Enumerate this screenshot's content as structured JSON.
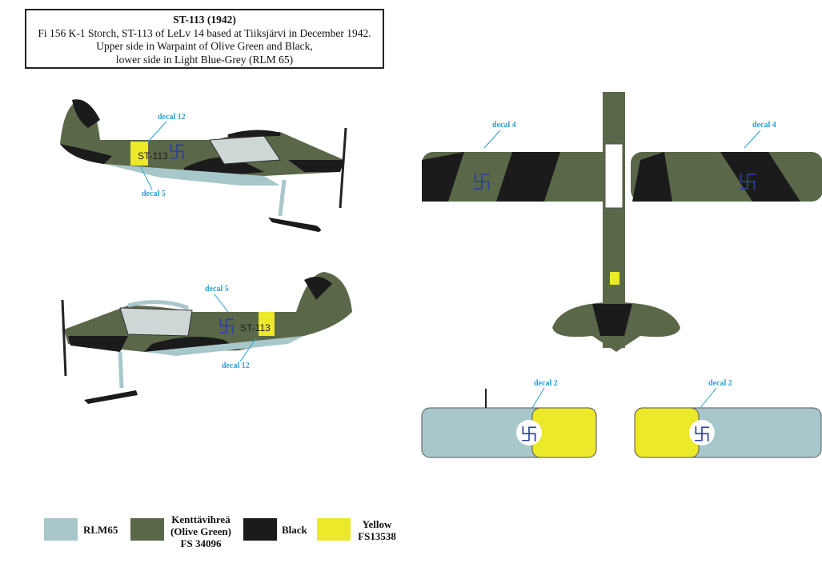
{
  "title": {
    "heading": "ST-113 (1942)",
    "line1": "Fi 156 K-1 Storch, ST-113 of LeLv 14 based at Tiiksjärvi in December 1942.",
    "line2": "Upper side in Warpaint of Olive Green and Black,",
    "line3": "lower side in Light Blue-Grey (RLM 65)"
  },
  "decals": {
    "left_top_12": "decal 12",
    "left_top_5": "decal 5",
    "left_bottom_5": "decal 5",
    "left_bottom_12": "decal 12",
    "top_view_left": "decal 4",
    "top_view_right": "decal 4",
    "under_left": "decal 2",
    "under_right": "decal 2"
  },
  "code": "ST-113",
  "colors": {
    "rlm65": "#a8c7cb",
    "olive": "#5a6849",
    "black": "#1c1b1c",
    "yellow": "#ece82a",
    "decal_label": "#2a9fd6",
    "roundel_blue": "#2b3f9a"
  },
  "legend": [
    {
      "label": "RLM65",
      "color": "#a8c7cb"
    },
    {
      "label": "Kenttävihreä",
      "label2": "(Olive Green)",
      "label3": "FS 34096",
      "color": "#5a6849"
    },
    {
      "label": "Black",
      "color": "#1c1b1c"
    },
    {
      "label": "Yellow",
      "label2": "FS13538",
      "color": "#ece82a"
    }
  ]
}
